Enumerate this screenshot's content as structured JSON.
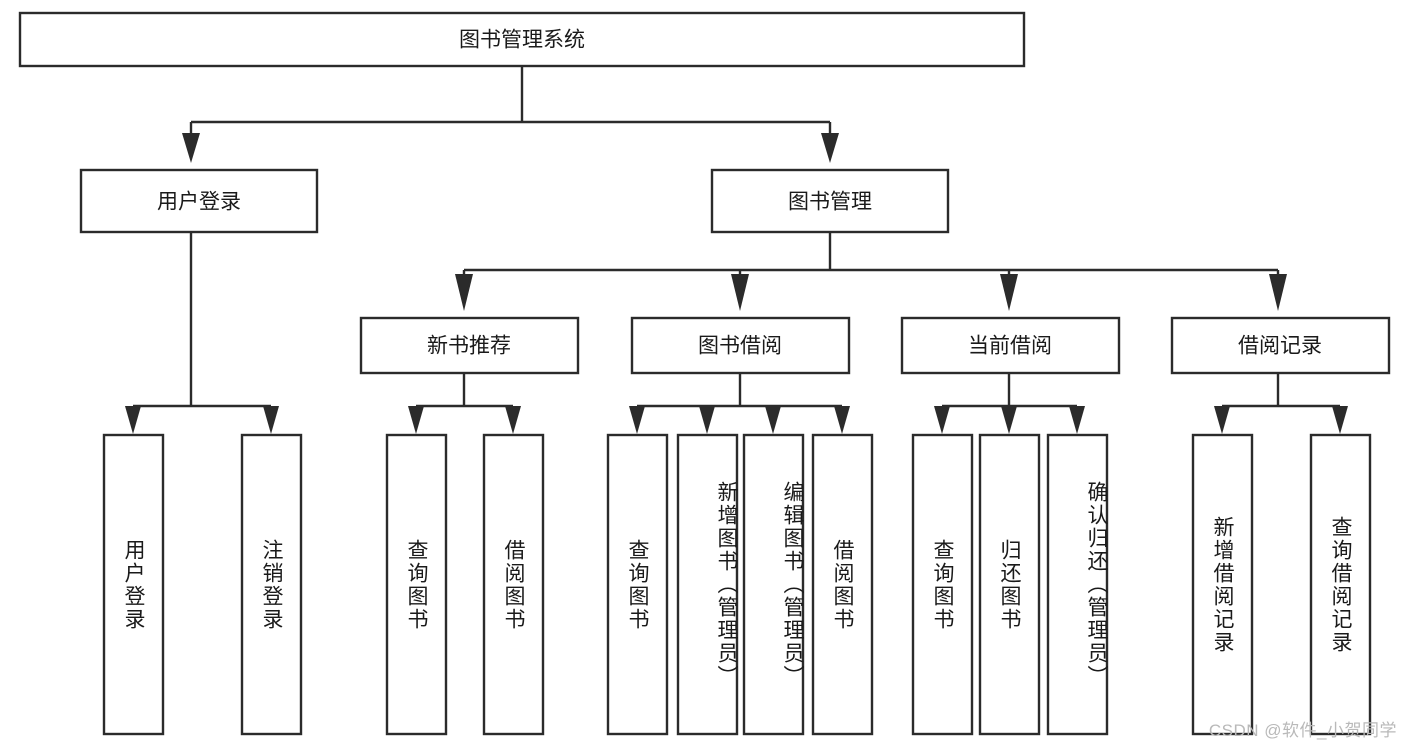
{
  "diagram": {
    "title": "图书管理系统",
    "watermark": "CSDN @软件_小贺同学",
    "levels": {
      "root": {
        "label": "图书管理系统"
      },
      "level2": [
        {
          "label": "用户登录"
        },
        {
          "label": "图书管理"
        }
      ],
      "level3": [
        {
          "label": "新书推荐"
        },
        {
          "label": "图书借阅"
        },
        {
          "label": "当前借阅"
        },
        {
          "label": "借阅记录"
        }
      ],
      "leaves": [
        {
          "label": "用户登录",
          "parent": "用户登录"
        },
        {
          "label": "注销登录",
          "parent": "用户登录"
        },
        {
          "label": "查询图书",
          "parent": "新书推荐"
        },
        {
          "label": "借阅图书",
          "parent": "新书推荐"
        },
        {
          "label": "查询图书",
          "parent": "图书借阅"
        },
        {
          "label": "新增图书（管理员）",
          "parent": "图书借阅"
        },
        {
          "label": "编辑图书（管理员）",
          "parent": "图书借阅"
        },
        {
          "label": "借阅图书",
          "parent": "图书借阅"
        },
        {
          "label": "查询图书",
          "parent": "当前借阅"
        },
        {
          "label": "归还图书",
          "parent": "当前借阅"
        },
        {
          "label": "确认归还（管理员）",
          "parent": "当前借阅"
        },
        {
          "label": "新增借阅记录",
          "parent": "借阅记录"
        },
        {
          "label": "查询借阅记录",
          "parent": "借阅记录"
        }
      ]
    },
    "colors": {
      "stroke": "#2b2b2b",
      "fill": "#ffffff",
      "text": "#1a1a1a",
      "watermark": "#b9b9b9"
    }
  }
}
